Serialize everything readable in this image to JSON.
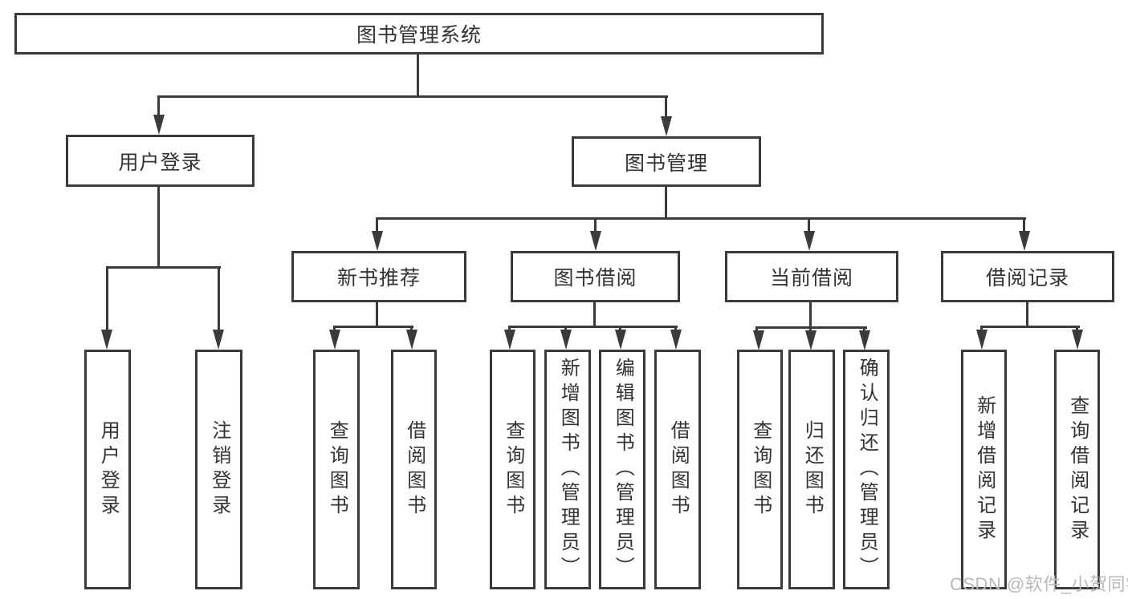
{
  "colors": {
    "line": "#3b3b3b",
    "text": "#333333",
    "background": "#ffffff",
    "watermark": "#b9b9b9"
  },
  "watermark": "CSDN @软件_小贺同学",
  "diagram": {
    "type": "hierarchy",
    "root": {
      "label": "图书管理系统"
    },
    "branches": [
      {
        "label": "用户登录",
        "children": [
          {
            "label": "用户登录"
          },
          {
            "label": "注销登录"
          }
        ]
      },
      {
        "label": "图书管理",
        "children": [
          {
            "label": "新书推荐",
            "children": [
              {
                "label": "查询图书"
              },
              {
                "label": "借阅图书"
              }
            ]
          },
          {
            "label": "图书借阅",
            "children": [
              {
                "label": "查询图书"
              },
              {
                "label": "新增图书（管理员）"
              },
              {
                "label": "编辑图书（管理员）"
              },
              {
                "label": "借阅图书"
              }
            ]
          },
          {
            "label": "当前借阅",
            "children": [
              {
                "label": "查询图书"
              },
              {
                "label": "归还图书"
              },
              {
                "label": "确认归还（管理员）"
              }
            ]
          },
          {
            "label": "借阅记录",
            "children": [
              {
                "label": "新增借阅记录"
              },
              {
                "label": "查询借阅记录"
              }
            ]
          }
        ]
      }
    ]
  }
}
